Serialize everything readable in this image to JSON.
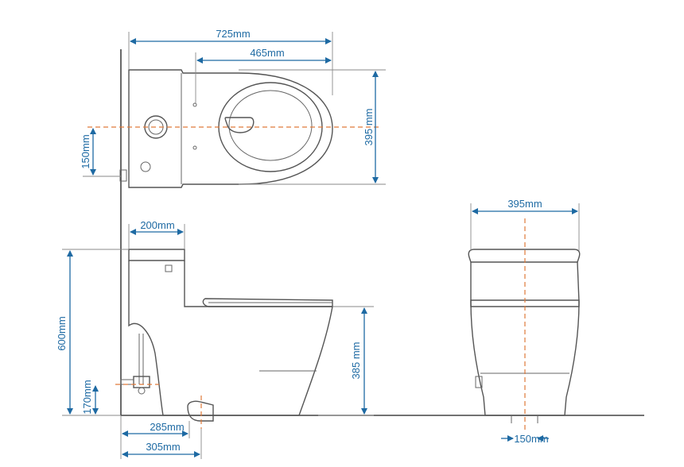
{
  "diagram": {
    "top_view": {
      "total_length": "725mm",
      "bowl_length": "465mm",
      "width": "395 mm",
      "drain_offset": "150mm"
    },
    "side_view": {
      "tank_depth": "200mm",
      "total_height": "600mm",
      "seat_height": "385 mm",
      "supply_height": "170mm",
      "rough_in_285": "285mm",
      "rough_in_305": "305mm"
    },
    "front_view": {
      "width": "395mm",
      "supply_offset": "150mm"
    },
    "colors": {
      "dimension": "#1e6aa3",
      "centerline": "#e07a3a",
      "outline": "#555555"
    }
  }
}
